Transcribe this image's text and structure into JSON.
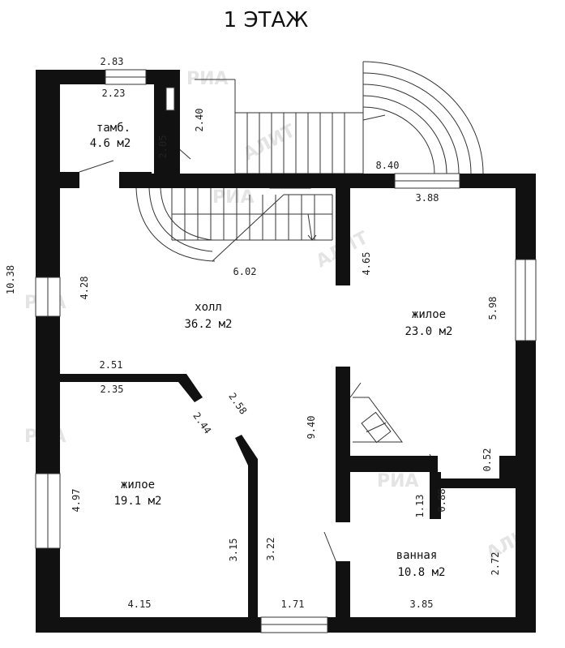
{
  "title": "1 ЭТАЖ",
  "rooms": {
    "tamb_name": "тамб.",
    "tamb_area": "4.6 м2",
    "hall_name": "холл",
    "hall_area": "36.2 м2",
    "living1_name": "жилое",
    "living1_area": "23.0 м2",
    "living2_name": "жилое",
    "living2_area": "19.1 м2",
    "bath_name": "ванная",
    "bath_area": "10.8 м2"
  },
  "dims": {
    "d283": "2.83",
    "d223": "2.23",
    "d240": "2.40",
    "d205": "2.05",
    "d840": "8.40",
    "d388": "3.88",
    "d1038": "10.38",
    "d428": "4.28",
    "d602": "6.02",
    "d465": "4.65",
    "d598": "5.98",
    "d251": "2.51",
    "d235": "2.35",
    "d258": "2.58",
    "d244": "2.44",
    "d940": "9.40",
    "d052": "0.52",
    "d113": "1.13",
    "d088": "0.88",
    "d497": "4.97",
    "d315": "3.15",
    "d322": "3.22",
    "d272": "2.72",
    "d415": "4.15",
    "d171": "1.71",
    "d385": "3.85"
  },
  "watermark": {
    "brand1": "РИА",
    "brand2": "АЛИТ"
  }
}
